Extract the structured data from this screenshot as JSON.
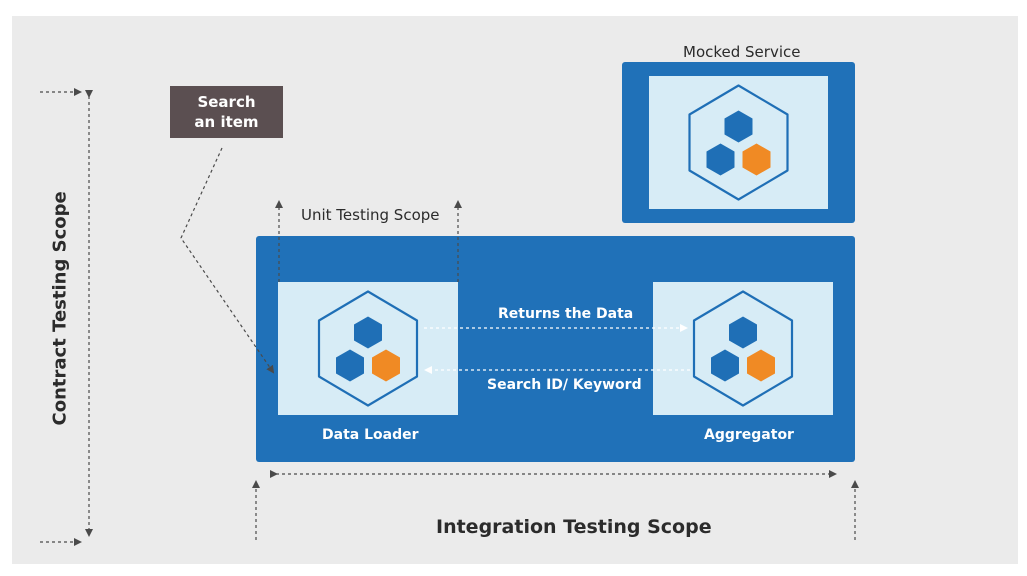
{
  "labels": {
    "mocked_service": "Mocked Service",
    "unit_testing_scope": "Unit Testing Scope",
    "search_item_line1": "Search",
    "search_item_line2": "an item",
    "contract_testing_scope": "Contract Testing Scope",
    "returns_the_data": "Returns the Data",
    "search_id_keyword": "Search ID/ Keyword",
    "data_loader": "Data Loader",
    "aggregator": "Aggregator",
    "integration_testing_scope": "Integration Testing Scope"
  },
  "icons": {
    "service_icon": "hexagon-cluster-icon"
  },
  "colors": {
    "background": "#ebebeb",
    "box_blue": "#2071b8",
    "panel_light": "#d7ecf6",
    "hex_blue": "#1f6fb6",
    "hex_orange": "#f08a24",
    "callout": "#5b4f51",
    "text_dark": "#2b2b2b"
  }
}
